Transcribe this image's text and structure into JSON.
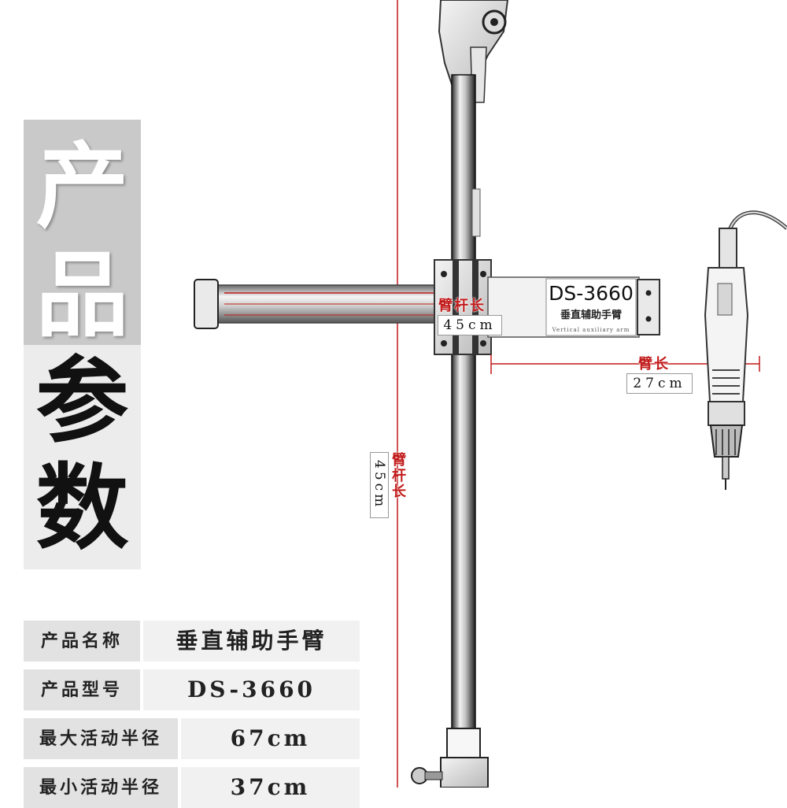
{
  "title_chars": [
    "产",
    "品",
    "参",
    "数"
  ],
  "specs": [
    {
      "label": "产品名称",
      "value": "垂直辅助手臂"
    },
    {
      "label": "产品型号",
      "value": "DS-3660"
    },
    {
      "label": "最大活动半径",
      "value": "67cm"
    },
    {
      "label": "最小活动半径",
      "value": "37cm"
    }
  ],
  "diagram": {
    "plate_model": "DS-3660",
    "plate_name": "垂直辅助手臂",
    "plate_sub": "Vertical auxiliary arm",
    "dim_horizontal": {
      "label": "臂杆长",
      "value": "45cm"
    },
    "dim_vertical": {
      "label": "臂杆长",
      "value": "45cm"
    },
    "dim_arm": {
      "label": "臂长",
      "value": "27cm"
    }
  },
  "colors": {
    "accent_red": "#c21a1a",
    "panel_gray": "#c9c9c9",
    "panel_light": "#ececec"
  }
}
